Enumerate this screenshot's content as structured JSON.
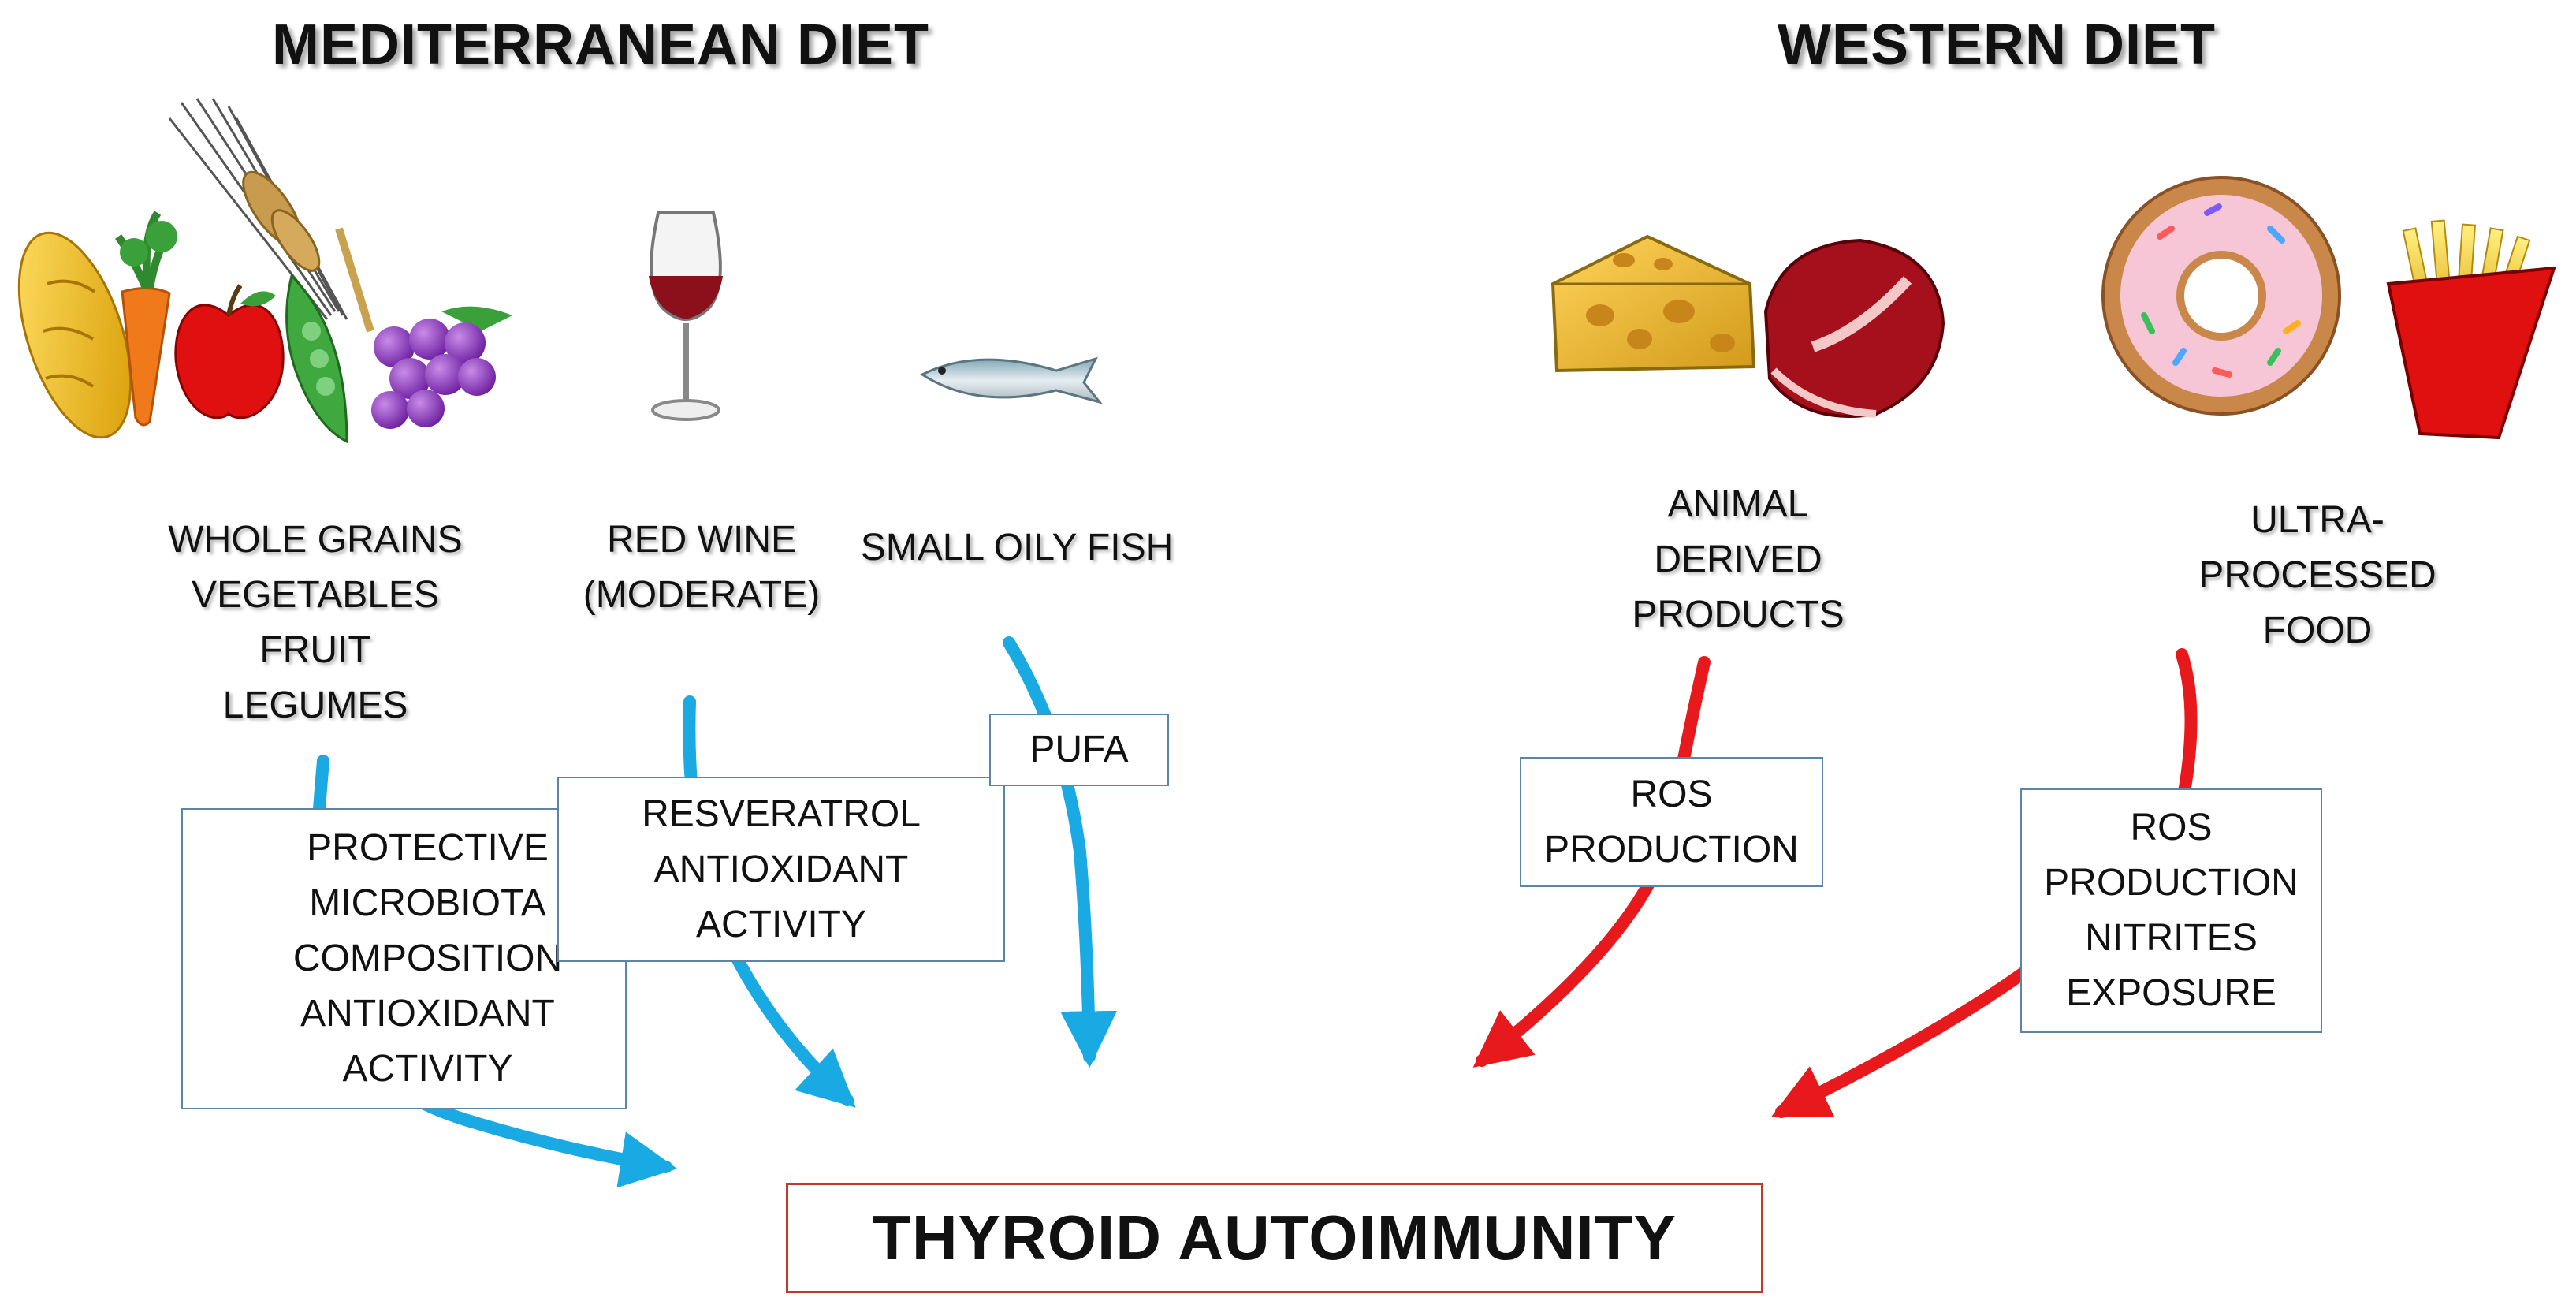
{
  "headings": {
    "mediterranean": "MEDITERRANEAN  DIET",
    "western": "WESTERN DIET"
  },
  "foods": {
    "grains": [
      "WHOLE GRAINS",
      "VEGETABLES",
      "FRUIT",
      "LEGUMES"
    ],
    "wine": [
      "RED WINE",
      "(MODERATE)"
    ],
    "fish": [
      "SMALL OILY FISH"
    ],
    "animal": [
      "ANIMAL",
      "DERIVED",
      "PRODUCTS"
    ],
    "processed": [
      "ULTRA-",
      "PROCESSED",
      "FOOD"
    ]
  },
  "mechanisms": {
    "microbiota": [
      "PROTECTIVE",
      "MICROBIOTA",
      "COMPOSITION",
      "ANTIOXIDANT",
      "ACTIVITY"
    ],
    "resveratrol": [
      "RESVERATROL",
      "ANTIOXIDANT",
      "ACTIVITY"
    ],
    "pufa": [
      "PUFA"
    ],
    "ros_animal": [
      "ROS",
      "PRODUCTION"
    ],
    "ros_processed": [
      "ROS",
      "PRODUCTION",
      "NITRITES",
      "EXPOSURE"
    ]
  },
  "outcome": "THYROID AUTOIMMUNITY",
  "colors": {
    "protective_arrow": "#19a9e3",
    "harmful_arrow": "#e8191c",
    "box_border": "#5b84a6",
    "outcome_border": "#c0392b"
  },
  "icons": [
    "bread-icon",
    "carrot-icon",
    "apple-icon",
    "wheat-icon",
    "peapod-icon",
    "grapes-icon",
    "wine-glass-icon",
    "fish-icon",
    "cheese-icon",
    "steak-icon",
    "donut-icon",
    "fries-icon"
  ]
}
